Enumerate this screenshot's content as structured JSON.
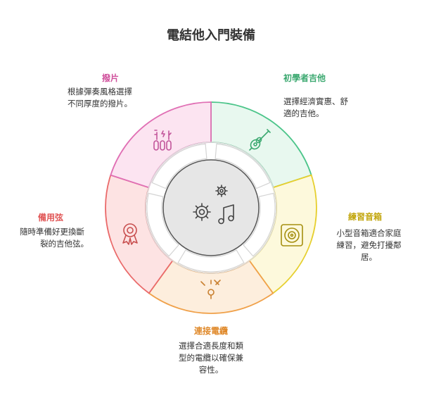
{
  "title": "電結他入門裝備",
  "segments": [
    {
      "label": "初學者吉他",
      "desc": [
        "選擇經濟實惠、舒",
        "適的吉他。"
      ],
      "color": "#4cc58a",
      "fill": "#e8f8ef",
      "icon": "guitar-icon"
    },
    {
      "label": "練習音箱",
      "desc": [
        "小型音箱適合家庭",
        "練習，避免打擾鄰",
        "居。"
      ],
      "color": "#e6cf2e",
      "fill": "#fdf9dc",
      "icon": "speaker-icon"
    },
    {
      "label": "連接電纜",
      "desc": [
        "選擇合適長度和類",
        "型的電纜以確保兼",
        "容性。"
      ],
      "color": "#f0a14a",
      "fill": "#fdeedd",
      "icon": "cable-icon"
    },
    {
      "label": "備用弦",
      "desc": [
        "隨時準備好更換斷",
        "裂的吉他弦。"
      ],
      "color": "#ea6a6a",
      "fill": "#fde3e3",
      "icon": "badge-icon"
    },
    {
      "label": "撥片",
      "desc": [
        "根據彈奏風格選擇",
        "不同厚度的撥片。"
      ],
      "color": "#e06fb4",
      "fill": "#fce4f1",
      "icon": "picks-icon"
    }
  ],
  "center": {
    "icon": "gears-music-icon"
  }
}
